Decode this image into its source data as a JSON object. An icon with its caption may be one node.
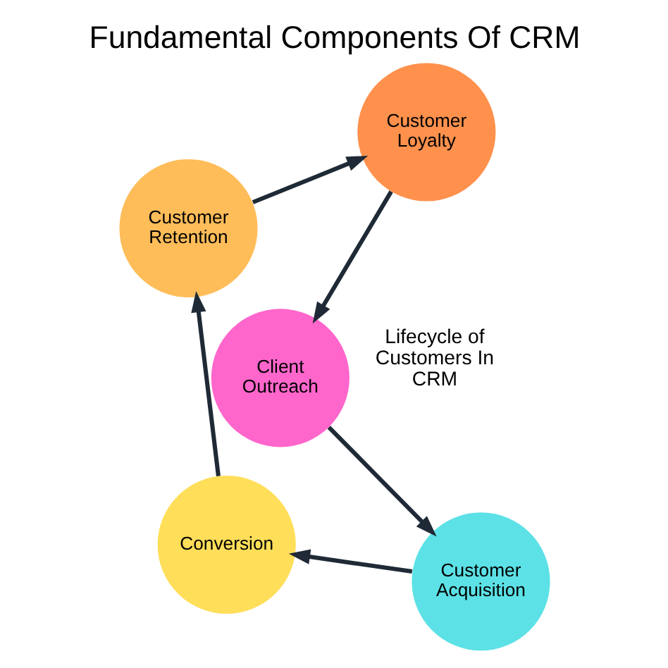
{
  "diagram": {
    "title": "Fundamental Components Of CRM",
    "nodes": [
      {
        "text": [
          "Client Outreach"
        ]
      },
      {
        "text": [
          "Customer Acquisition"
        ]
      },
      {
        "text": [
          "Conversion"
        ]
      },
      {
        "text": [
          "Customer Retention"
        ]
      },
      {
        "text": [
          "Customer Loyalty"
        ]
      }
    ],
    "edges": [
      {
        "from": 0,
        "to": 1,
        "arrow": "to"
      },
      {
        "from": 1,
        "to": 2,
        "arrow": "to"
      },
      {
        "from": 2,
        "to": 3,
        "arrow": "to"
      },
      {
        "from": 3,
        "to": 4,
        "arrow": "to"
      },
      {
        "from": 4,
        "to": 0,
        "arrow": "to"
      }
    ],
    "labels": [
      "Lifecycle of Customers In CRM"
    ]
  }
}
